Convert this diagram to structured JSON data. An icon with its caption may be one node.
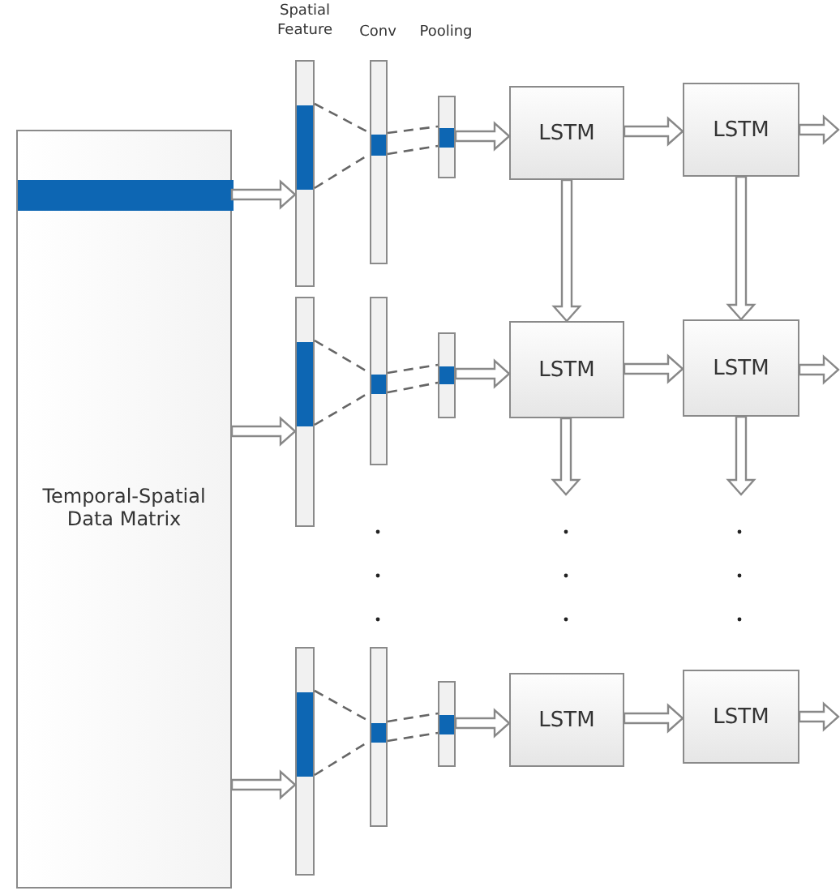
{
  "diagram": {
    "nodes": [
      {
        "text": [
          "Temporal-Spatial Data Matrix"
        ]
      },
      {
        "text": [],
        "shape": "bar",
        "in": 0
      },
      {
        "text": [],
        "shape": "bar"
      },
      {
        "text": [],
        "shape": "bar"
      },
      {
        "text": [],
        "shape": "bar"
      },
      {
        "text": [
          "LSTM"
        ]
      },
      {
        "text": [
          "LSTM"
        ]
      },
      {
        "text": [],
        "shape": "bar"
      },
      {
        "text": [],
        "shape": "bar"
      },
      {
        "text": [],
        "shape": "bar"
      },
      {
        "text": [
          "LSTM"
        ]
      },
      {
        "text": [
          "LSTM"
        ]
      },
      {
        "text": [],
        "shape": "bar"
      },
      {
        "text": [],
        "shape": "bar"
      },
      {
        "text": [],
        "shape": "bar"
      },
      {
        "text": [
          "LSTM"
        ]
      },
      {
        "text": [
          "LSTM"
        ]
      }
    ],
    "edges": [
      {
        "from": 1,
        "to": 2,
        "arrow": "to"
      },
      {
        "from": 2,
        "to": 3,
        "arrow": "none",
        "style": "dashed"
      },
      {
        "from": 2,
        "to": 3,
        "arrow": "none",
        "style": "dashed"
      },
      {
        "from": 3,
        "to": 4,
        "arrow": "none",
        "style": "dashed"
      },
      {
        "from": 3,
        "to": 4,
        "arrow": "none",
        "style": "dashed"
      },
      {
        "from": 4,
        "to": 5,
        "arrow": "to"
      },
      {
        "from": 5,
        "to": 6,
        "arrow": "to"
      },
      {
        "from": 6,
        "to": null,
        "arrow": "to"
      },
      {
        "from": 5,
        "to": 10,
        "arrow": "to"
      },
      {
        "from": 6,
        "to": 11,
        "arrow": "to"
      },
      {
        "from": 0,
        "to": 7,
        "arrow": "to"
      },
      {
        "from": 7,
        "to": 8,
        "arrow": "none",
        "style": "dashed"
      },
      {
        "from": 7,
        "to": 8,
        "arrow": "none",
        "style": "dashed"
      },
      {
        "from": 8,
        "to": 9,
        "arrow": "none",
        "style": "dashed"
      },
      {
        "from": 8,
        "to": 9,
        "arrow": "none",
        "style": "dashed"
      },
      {
        "from": 9,
        "to": 10,
        "arrow": "to"
      },
      {
        "from": 10,
        "to": 11,
        "arrow": "to"
      },
      {
        "from": 11,
        "to": null,
        "arrow": "to"
      },
      {
        "from": 10,
        "to": null,
        "arrow": "to"
      },
      {
        "from": 11,
        "to": null,
        "arrow": "to"
      },
      {
        "from": 0,
        "to": 12,
        "arrow": "to"
      },
      {
        "from": 12,
        "to": 13,
        "arrow": "none",
        "style": "dashed"
      },
      {
        "from": 12,
        "to": 13,
        "arrow": "none",
        "style": "dashed"
      },
      {
        "from": 13,
        "to": 14,
        "arrow": "none",
        "style": "dashed"
      },
      {
        "from": 13,
        "to": 14,
        "arrow": "none",
        "style": "dashed"
      },
      {
        "from": 14,
        "to": 15,
        "arrow": "to"
      },
      {
        "from": 15,
        "to": 16,
        "arrow": "to"
      },
      {
        "from": 16,
        "to": null,
        "arrow": "to"
      }
    ],
    "labels": [
      "Spatial Feature",
      "Conv",
      "Pooling"
    ]
  }
}
